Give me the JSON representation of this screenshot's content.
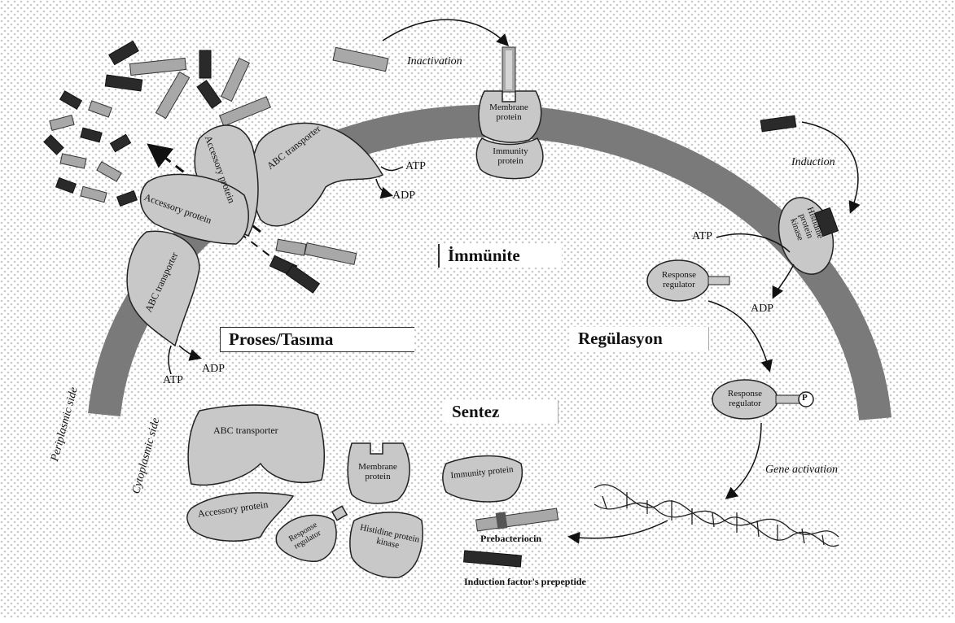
{
  "sections": {
    "prose": "Proses/Tasıma",
    "immunity": "İmmünite",
    "regulation": "Regülasyon",
    "synthesis": "Sentez"
  },
  "membrane": {
    "periplasmic": "Periplasmic side",
    "cytoplasmic": "Cytoplasmic side"
  },
  "labels": {
    "inactivation": "Inactivation",
    "induction": "Induction",
    "gene_activation": "Gene activation",
    "atp": "ATP",
    "adp": "ADP",
    "p": "P"
  },
  "proteins": {
    "membrane_protein": "Membrane protein",
    "immunity_protein": "Immunity protein",
    "abc_transporter": "ABC transporter",
    "accessory_protein": "Accessory protein",
    "histidine_protein_kinase": "Histidine protein kinase",
    "response_regulator": "Response regulator"
  },
  "legend": {
    "prebacteriocin": "Prebacteriocin",
    "induction_factor": "Induction factor's prepeptide"
  },
  "colors": {
    "membrane": "#7a7a7a",
    "protein_fill": "#c8c8c8",
    "peptide_light": "#a8a8a8",
    "peptide_dark": "#2a2a2a",
    "background": "#ffffff"
  }
}
